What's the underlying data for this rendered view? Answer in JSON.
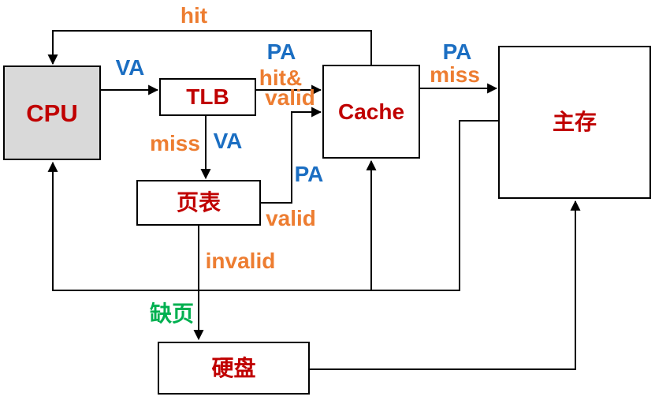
{
  "diagram": {
    "description": "CPU virtual-memory address translation and memory hierarchy flow diagram",
    "nodes": {
      "cpu": {
        "label": "CPU"
      },
      "tlb": {
        "label": "TLB"
      },
      "cache": {
        "label": "Cache"
      },
      "main_memory": {
        "label": "主存"
      },
      "page_table": {
        "label": "页表"
      },
      "disk": {
        "label": "硬盘"
      }
    },
    "edge_labels": {
      "hit": "hit",
      "va_cpu_to_tlb": "VA",
      "pa_tlb": "PA",
      "hit_and": "hit&",
      "valid_tlb": "valid",
      "miss_tlb": "miss",
      "va_tlb_to_pt": "VA",
      "pa_cache_mem": "PA",
      "miss_cache_mem": "miss",
      "pa_pt_cache": "PA",
      "valid_pt": "valid",
      "invalid": "invalid",
      "page_fault": "缺页"
    },
    "colors": {
      "address_blue": "#1B6EC2",
      "status_orange": "#ED7D31",
      "fault_green": "#00B050",
      "node_text_red": "#C00000",
      "cpu_fill_gray": "#D9D9D9",
      "line_black": "#000000"
    }
  }
}
